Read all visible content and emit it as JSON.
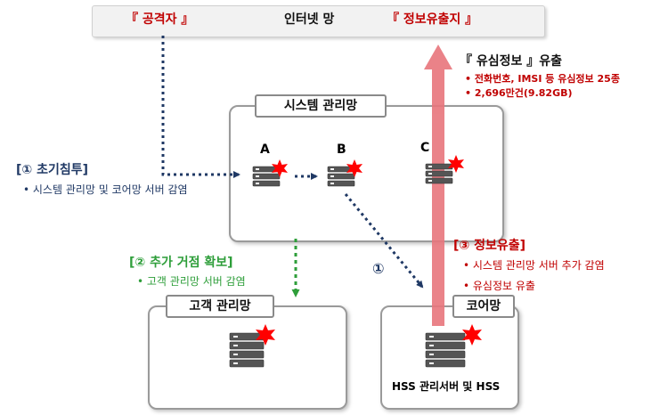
{
  "internet": {
    "attacker": "『 공격자 』",
    "network": "인터넷 망",
    "leak_point": "『 정보유출지 』"
  },
  "leak": {
    "title": "『 유심정보 』유출",
    "items": [
      "전화번호, IMSI 등 유심정보 25종",
      "2,696만건(9.82GB)"
    ]
  },
  "system_net": {
    "label": "시스템 관리망",
    "servers": [
      "A",
      "B",
      "C"
    ]
  },
  "step1": {
    "title": "[① 초기침투]",
    "detail": "• 시스템 관리망 및 코어망 서버 감염",
    "marker": "①"
  },
  "step2": {
    "title": "[② 추가 거점 확보]",
    "detail": "• 고객 관리망 서버 감염"
  },
  "step3": {
    "title": "[③ 정보유출]",
    "items": [
      "• 시스템 관리망 서버 추가 감염",
      "• 유심정보 유출"
    ]
  },
  "customer_net": {
    "label": "고객 관리망"
  },
  "core_net": {
    "label": "코어망",
    "server_caption": "HSS 관리서버 및 HSS"
  },
  "colors": {
    "attack": "#1f3864",
    "expand": "#2e9e3a",
    "leak_arrow": "#e8757c",
    "infection": "#ff0000"
  },
  "icons": [
    "server-icon",
    "infection-burst-icon"
  ]
}
